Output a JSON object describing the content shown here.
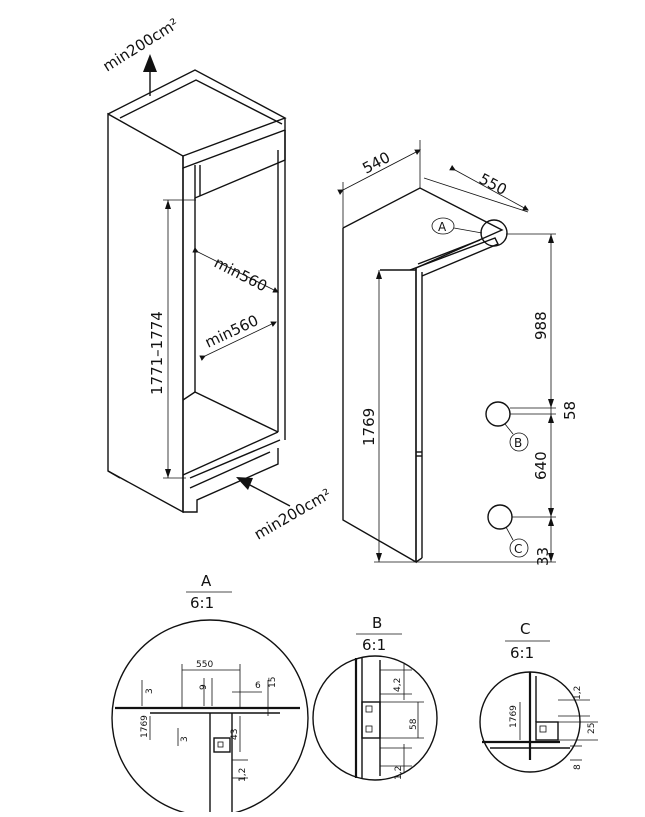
{
  "niche": {
    "vent_top": "min200cm²",
    "vent_bottom": "min200cm²",
    "depth_upper": "min560",
    "depth_lower": "min560",
    "height": "1771–1774"
  },
  "appliance": {
    "width": "540",
    "depth": "550",
    "total_height": "1769",
    "upper_door": "988",
    "gap": "58",
    "lower_door": "640",
    "bottom": "33",
    "marker_a": "A",
    "marker_b": "B",
    "marker_c": "C"
  },
  "details": [
    {
      "letter": "A",
      "scale": "6:1",
      "dims": {
        "w550": "550",
        "d9": "9",
        "d6": "6",
        "d15": "15",
        "d3a": "3",
        "h1769": "1769",
        "d3b": "3",
        "d43": "43",
        "d12": "1,2"
      }
    },
    {
      "letter": "B",
      "scale": "6:1",
      "dims": {
        "d42": "4,2",
        "d58": "58",
        "d12": "1,2"
      }
    },
    {
      "letter": "C",
      "scale": "6:1",
      "dims": {
        "h1769": "1769",
        "d12": "1,2",
        "d25": "25",
        "d8": "8"
      }
    }
  ]
}
